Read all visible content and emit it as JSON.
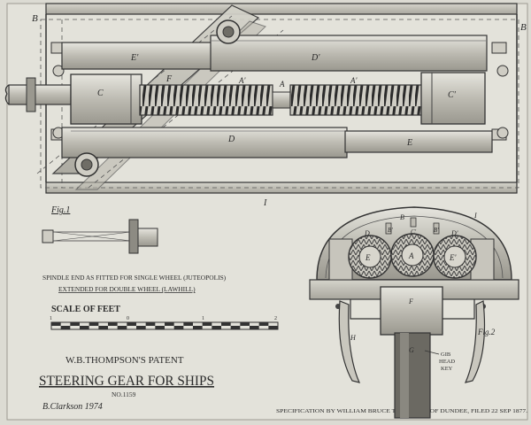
{
  "labels": {
    "B": "B",
    "B_right": "B",
    "E_prime": "E'",
    "D_prime": "D'",
    "F": "F",
    "C": "C",
    "A_prime_1": "A'",
    "A": "A",
    "A_prime_2": "A'",
    "C_prime": "C'",
    "D": "D",
    "E": "E",
    "I": "I"
  },
  "fig1": {
    "label": "Fig.1"
  },
  "notes": {
    "line1": "SPINDLE END AS FITTED FOR SINGLE WHEEL (JUTEOPOLIS)",
    "line2": "EXTENDED FOR DOUBLE WHEEL (LAWHILL)"
  },
  "scale": {
    "title": "SCALE OF FEET",
    "ticks": [
      "1",
      "0",
      "1",
      "2"
    ]
  },
  "fig2": {
    "label": "Fig.2",
    "B": "B",
    "I": "I",
    "D": "D",
    "B_prime_1": "B'",
    "C_prime": "C'",
    "B_prime_2": "B'",
    "D_prime": "D'",
    "E": "E",
    "A": "A",
    "E_prime": "E'",
    "F": "F",
    "H": "H",
    "G": "G",
    "callout": [
      "GIB",
      "HEAD",
      "KEY"
    ]
  },
  "title": {
    "patent": "W.B.THOMPSON'S PATENT",
    "main": "STEERING GEAR FOR SHIPS",
    "number": "NO.1159"
  },
  "signature": "B.Clarkson 1974",
  "specification": "SPECIFICATION BY WILLIAM BRUCE THOMPSON OF DUNDEE, FILED 22 SEP 1877."
}
